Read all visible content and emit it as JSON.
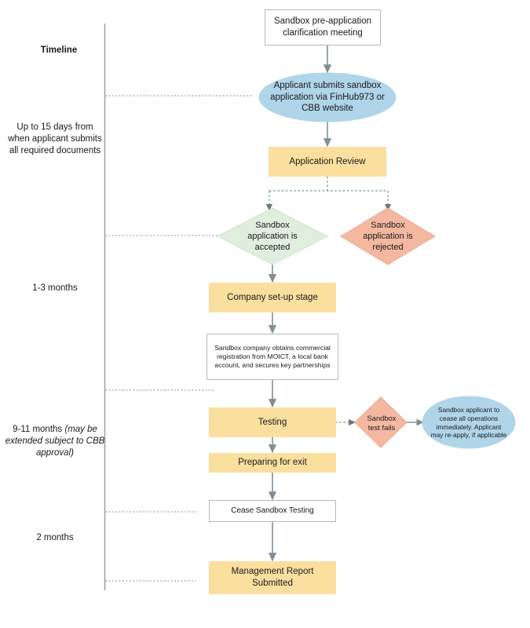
{
  "diagram": {
    "title": "Sandbox application timeline flowchart",
    "colors": {
      "yellow": "#fadf9e",
      "green": "#dfeedd",
      "salmon": "#f4b8a0",
      "blue": "#b0d5e9",
      "white": "#ffffff",
      "line": "#7f8f94",
      "dotted": "#8c8c8c",
      "box_border": "#b9b9b9"
    }
  },
  "timeline": {
    "header": "Timeline",
    "labels": [
      {
        "id": "t1",
        "text": "Up to 15 days from when applicant submits all required documents",
        "italic": ""
      },
      {
        "id": "t2",
        "text": "1-3 months",
        "italic": ""
      },
      {
        "id": "t3",
        "text": "9-11 months ",
        "italic": "(may be extended subject to CBB approval)"
      },
      {
        "id": "t4",
        "text": "2 months",
        "italic": ""
      }
    ]
  },
  "nodes": {
    "pre_application": "Sandbox pre-application clarification meeting",
    "applicant_submits": "Applicant submits sandbox application via FinHub973 or CBB website",
    "application_review": "Application Review",
    "accepted": "Sandbox application is accepted",
    "rejected": "Sandbox application is rejected",
    "company_setup": "Company set-up stage",
    "registration": "Sandbox company obtains commercial registration from MOICT, a local bank account, and secures key partnerships",
    "testing": "Testing",
    "test_fails": "Sandbox test fails",
    "cease_operations": "Sandbox applicant to cease all operations immediately. Applicant may re-apply, if applicable",
    "preparing_exit": "Preparing for exit",
    "cease_testing": "Cease Sandbox Testing",
    "management_report": "Management Report Submitted"
  }
}
